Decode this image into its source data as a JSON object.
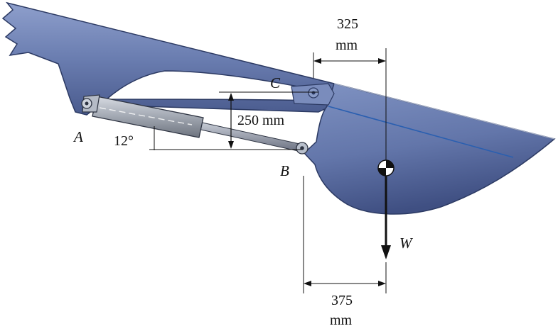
{
  "labels": {
    "point_a": "A",
    "point_b": "B",
    "point_c": "C",
    "weight": "W"
  },
  "dimensions": {
    "top_value": "325",
    "top_unit": "mm",
    "vertical": "250 mm",
    "bottom_value": "375",
    "bottom_unit": "mm",
    "angle": "12°"
  },
  "colors": {
    "steel": "#6f82b4",
    "steel_dark": "#3d4f7e",
    "steel_light": "#a9b8dc",
    "cylinder": "#9aa0aa",
    "line": "#111111"
  }
}
